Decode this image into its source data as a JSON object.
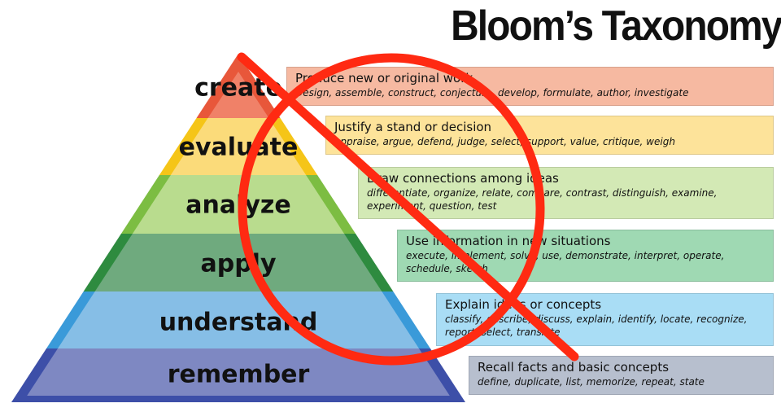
{
  "title": "Bloom’s Taxonomy",
  "levels": [
    {
      "label": "create",
      "heading": "Produce new or original work",
      "verbs": "Design, assemble, construct, conjecture, develop, formulate, author, investigate",
      "fill": "#F08168",
      "dark": "#E8573A",
      "box": "#F6B9A1"
    },
    {
      "label": "evaluate",
      "heading": "Justify a stand or decision",
      "verbs": "appraise, argue, defend, judge, select, support, value, critique, weigh",
      "fill": "#FBDB7A",
      "dark": "#F5C518",
      "box": "#FDE39A"
    },
    {
      "label": "analyze",
      "heading": "Draw connections among ideas",
      "verbs": "differentiate, organize, relate, compare, contrast, distinguish, examine, experiment, question, test",
      "fill": "#B9DC8E",
      "dark": "#7CBD42",
      "box": "#D3E9B5"
    },
    {
      "label": "apply",
      "heading": "Use information in new situations",
      "verbs": "execute, implement, solve, use, demonstrate, interpret, operate, schedule, sketch",
      "fill": "#6FAA7E",
      "dark": "#2E8B3F",
      "box": "#9FD9B3"
    },
    {
      "label": "understand",
      "heading": "Explain ideas or concepts",
      "verbs": "classify, describe, discuss, explain, identify, locate, recognize, report, select, translate",
      "fill": "#86BEE6",
      "dark": "#3A9AD9",
      "box": "#A9DDF5"
    },
    {
      "label": "remember",
      "heading": "Recall facts and basic concepts",
      "verbs": "define, duplicate, list, memorize, repeat, state",
      "fill": "#7E88C2",
      "dark": "#3D4FA8",
      "box": "#B7BFCE"
    }
  ],
  "overlay": {
    "symbol": "prohibition-sign",
    "color": "#FF2A12"
  }
}
